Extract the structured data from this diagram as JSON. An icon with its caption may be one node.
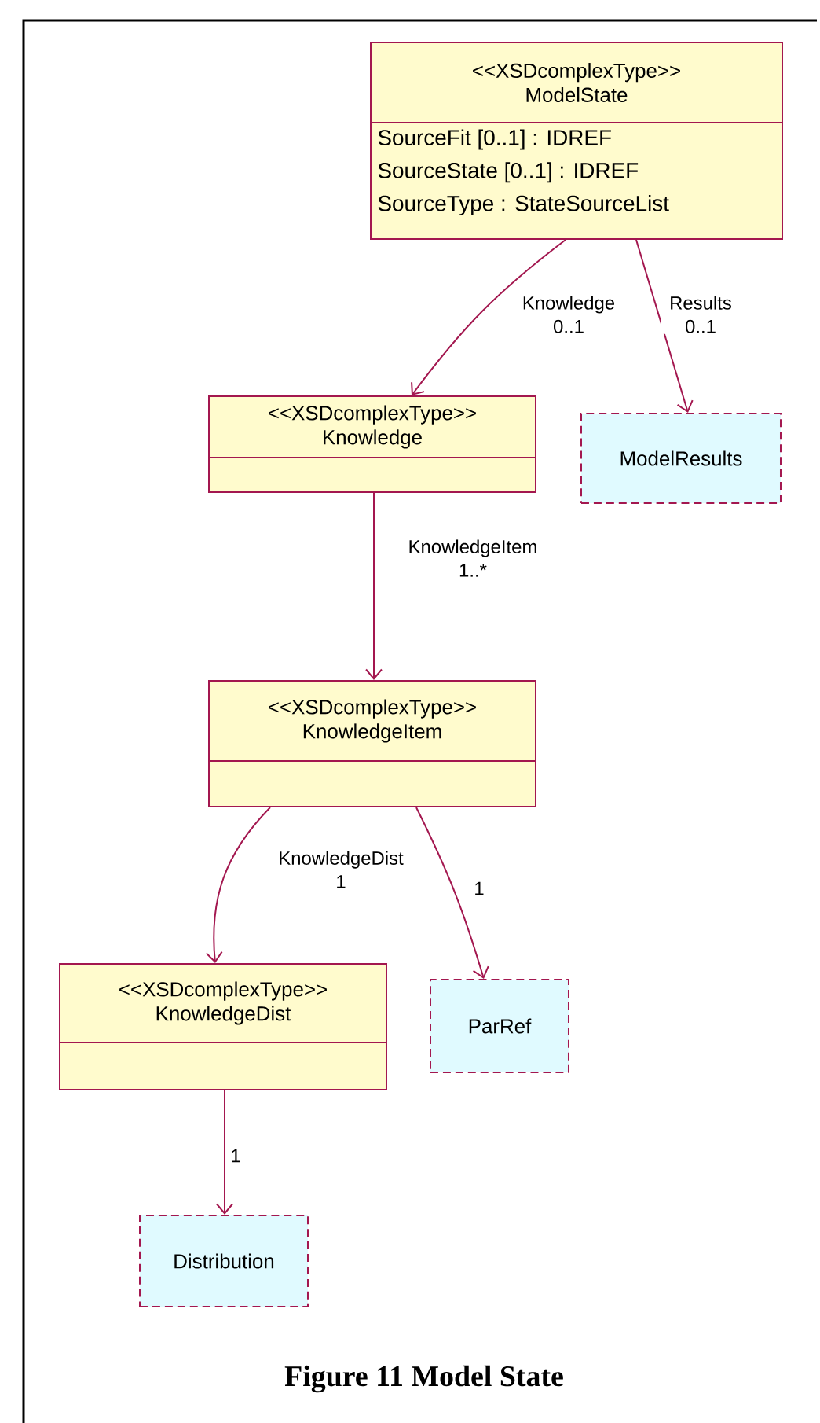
{
  "diagram": {
    "caption": "Figure 11 Model State",
    "nodes": [
      {
        "text": [
          "<<XSDcomplexType>>",
          "ModelState",
          "SourceFit [0..1] : IDREF",
          "SourceState [0..1] : IDREF",
          "SourceType : StateSourceList"
        ]
      },
      {
        "text": [
          "<<XSDcomplexType>>",
          "Knowledge"
        ]
      },
      {
        "text": [
          "ModelResults"
        ]
      },
      {
        "text": [
          "<<XSDcomplexType>>",
          "KnowledgeItem"
        ]
      },
      {
        "text": [
          "<<XSDcomplexType>>",
          "KnowledgeDist"
        ]
      },
      {
        "text": [
          "ParRef"
        ]
      },
      {
        "text": [
          "Distribution"
        ]
      }
    ],
    "edges": [
      {
        "from": 0,
        "to": 1,
        "arrow": "to",
        "label": "Knowledge 0..1"
      },
      {
        "from": 0,
        "to": 2,
        "arrow": "to",
        "label": "Results 0..1"
      },
      {
        "from": 1,
        "to": 3,
        "arrow": "to",
        "label": "KnowledgeItem 1..*"
      },
      {
        "from": 3,
        "to": 4,
        "arrow": "to",
        "label": "KnowledgeDist 1"
      },
      {
        "from": 3,
        "to": 5,
        "arrow": "to",
        "label": "1"
      },
      {
        "from": 4,
        "to": 6,
        "arrow": "to",
        "label": "1"
      }
    ]
  }
}
